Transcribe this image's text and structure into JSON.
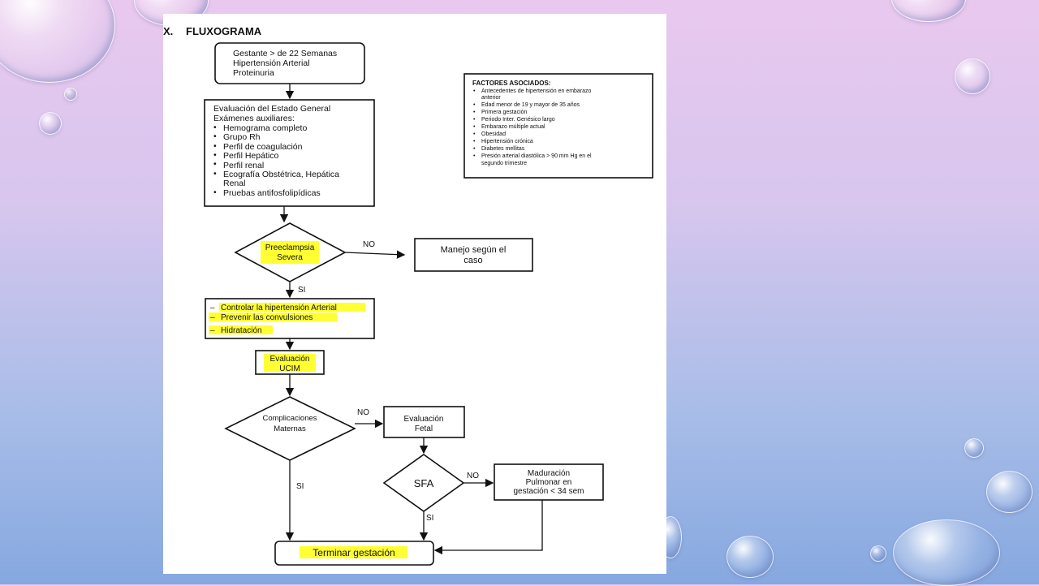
{
  "page": {
    "heading_prefix": "X.",
    "heading": "FLUXOGRAMA"
  },
  "flow": {
    "start_lines": [
      "Gestante > de 22 Semanas",
      "Hipertensión Arterial",
      "Proteinuria"
    ],
    "eval_title": "Evaluación del Estado General",
    "eval_subtitle": "Exámenes auxiliares:",
    "eval_items": [
      "Hemograma completo",
      "Grupo Rh",
      "Perfil de coagulación",
      "Perfil Hepático",
      "Perfil renal",
      "Ecografía Obstétrica, Hepática",
      "Renal",
      "Pruebas antifosfolipídicas"
    ],
    "decision1_lines": [
      "Preeclampsia",
      "Severa"
    ],
    "no_label": "NO",
    "si_label": "SI",
    "manejo_lines": [
      "Manejo según el",
      "caso"
    ],
    "actions": [
      "Controlar la hipertensión Arterial",
      "Prevenir las convulsiones",
      "Hidratación"
    ],
    "ucim_lines": [
      "Evaluación",
      "UCIM"
    ],
    "decision2_lines": [
      "Complicaciones",
      "Maternas"
    ],
    "fetal_lines": [
      "Evaluación",
      "Fetal"
    ],
    "sfa": "SFA",
    "maduracion_lines": [
      "Maduración",
      "Pulmonar en",
      "gestación < 34 sem"
    ],
    "end": "Terminar gestación"
  },
  "factors": {
    "title": "FACTORES ASOCIADOS:",
    "lines": [
      "Antecedentes de hipertensión en embarazo",
      "anterior",
      "Edad menor de 19 y mayor de 35 años",
      "Primera gestación",
      "Periodo Inter. Genésico largo",
      "Embarazo múltiple actual",
      "Obesidad",
      "Hipertensión crónica",
      "Diabetes mellitas",
      "Presión arterial diastólica > 90 mm Hg en el",
      "segundo trimestre"
    ]
  },
  "colors": {
    "highlight": "#ffff33",
    "ink": "#111111"
  }
}
